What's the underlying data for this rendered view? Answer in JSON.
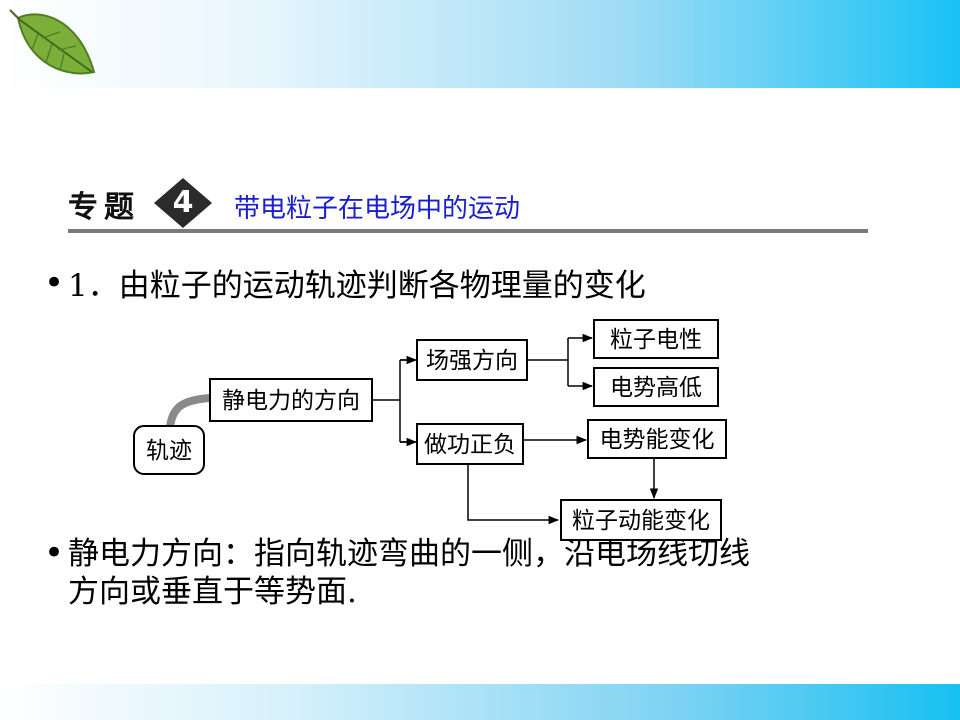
{
  "header": {
    "label": "专题",
    "number": "4",
    "title": "带电粒子在电场中的运动"
  },
  "point1": {
    "bullet": "•",
    "text": "1．由粒子的运动轨迹判断各物理量的变化"
  },
  "diagram": {
    "trajectory": "轨迹",
    "force_direction": "静电力的方向",
    "field_direction": "场强方向",
    "work_sign": "做功正负",
    "particle_charge": "粒子电性",
    "potential_level": "电势高低",
    "potential_energy_change": "电势能变化",
    "kinetic_energy_change": "粒子动能变化"
  },
  "point2": {
    "bullet": "•",
    "line1": "静电力方向：指向轨迹弯曲的一侧，沿电场线切线",
    "line2": "方向或垂直于等势面."
  },
  "colors": {
    "title_blue": "#1a20c8",
    "badge_dark": "#2b2b2b",
    "band_cyan": "#19c2f5"
  },
  "icons": {
    "leaf": "leaf-icon"
  }
}
